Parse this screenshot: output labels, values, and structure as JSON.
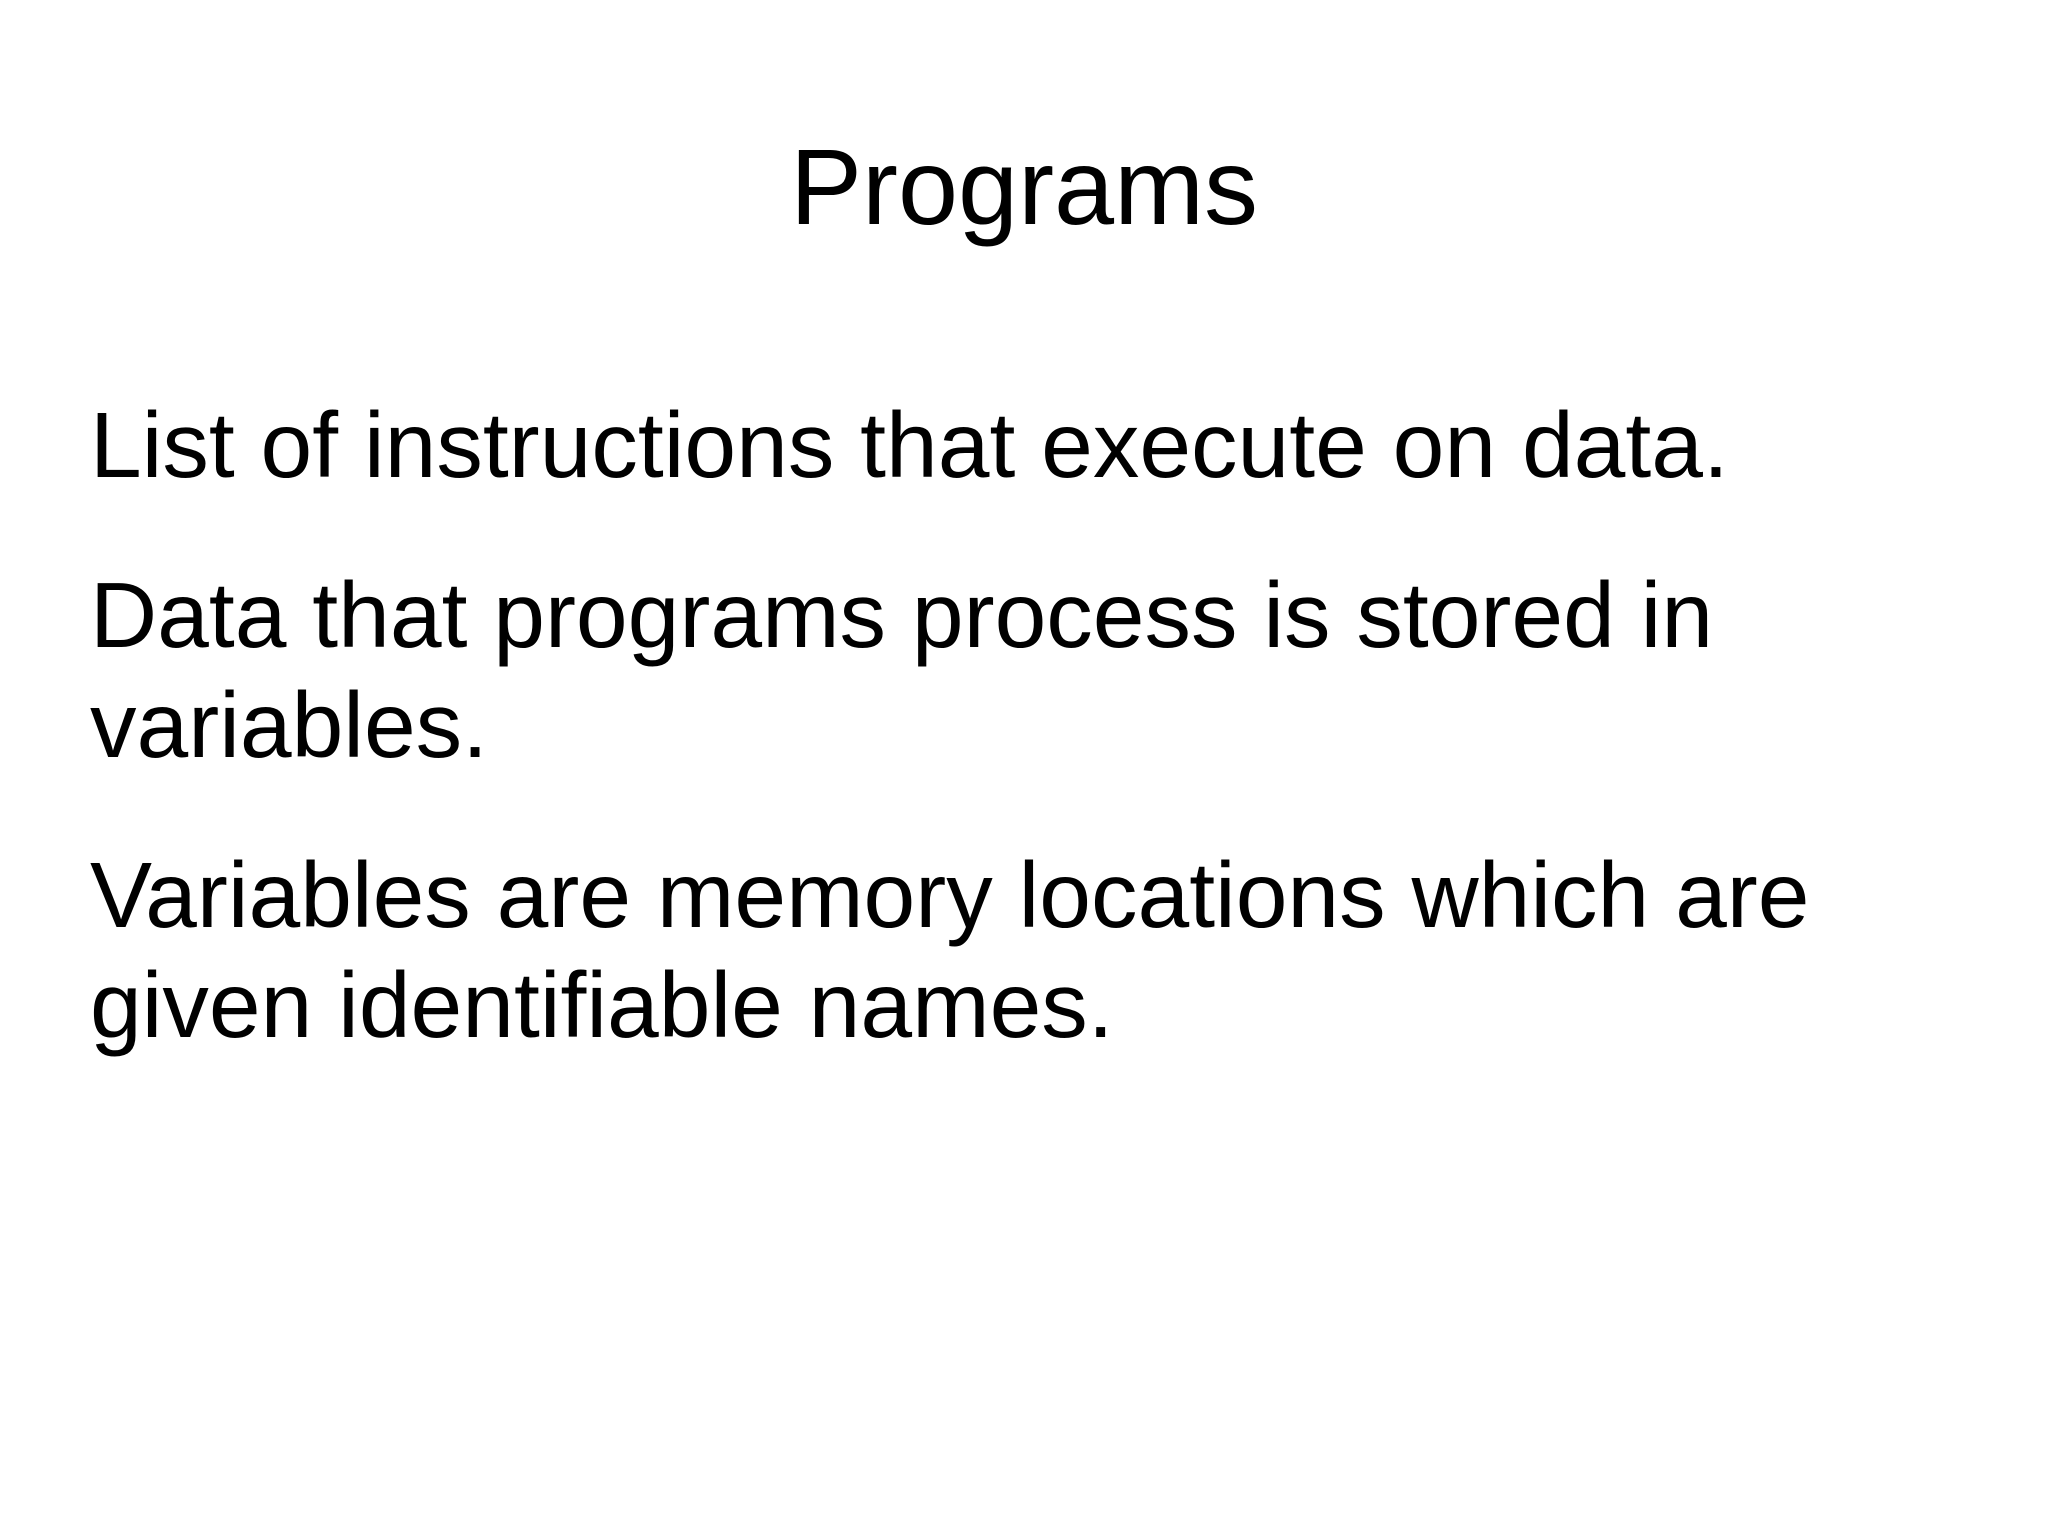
{
  "slide": {
    "title": "Programs",
    "paragraphs": [
      {
        "lines": [
          "List of instructions that execute on data."
        ]
      },
      {
        "lines": [
          "Data that programs process is stored in",
          "variables."
        ]
      },
      {
        "lines": [
          "Variables are memory locations which are",
          "given identifiable names."
        ]
      }
    ],
    "colors": {
      "background": "#ffffff",
      "text": "#000000"
    }
  }
}
